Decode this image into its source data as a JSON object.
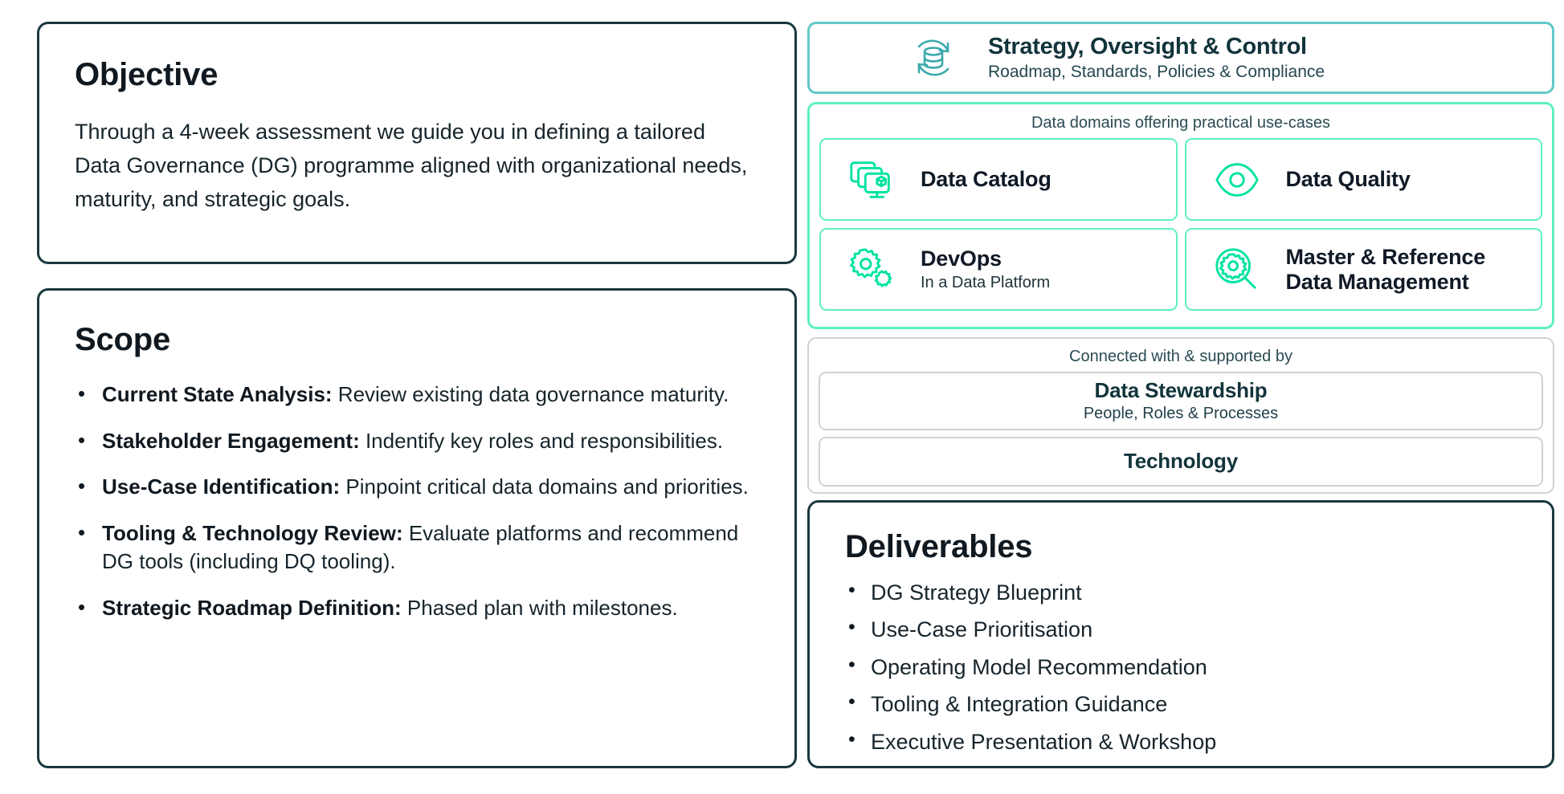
{
  "colors": {
    "panel_border_dark": "#19383f",
    "banner_border_teal": "#63c8c8",
    "domains_border_mint": "#5ff0c0",
    "support_border_gray": "#ccd5cd",
    "icon_teal": "#3ba9ad",
    "icon_mint": "#00e3a0",
    "heading_dark": "#101820",
    "body_text": "#16242b"
  },
  "objective": {
    "title": "Objective",
    "body": "Through a 4-week assessment we guide you in defining a tailored Data Governance (DG) programme aligned with organizational needs, maturity, and strategic goals."
  },
  "scope": {
    "title": "Scope",
    "items": [
      {
        "lead": "Current State Analysis:",
        "text": " Review existing data governance maturity."
      },
      {
        "lead": "Stakeholder Engagement:",
        "text": " Indentify key roles and responsibilities."
      },
      {
        "lead": "Use-Case Identification:",
        "text": " Pinpoint critical data domains and priorities."
      },
      {
        "lead": "Tooling & Technology Review:",
        "text": " Evaluate platforms and recommend DG tools (including DQ tooling)."
      },
      {
        "lead": "Strategic Roadmap Definition:",
        "text": " Phased plan with milestones."
      }
    ]
  },
  "strategy_banner": {
    "icon": "database-refresh-icon",
    "title": "Strategy, Oversight & Control",
    "subtitle": "Roadmap, Standards, Policies & Compliance"
  },
  "domains": {
    "caption": "Data domains offering practical use-cases",
    "cards": [
      {
        "icon": "stacked-screens-cube-icon",
        "title": "Data Catalog",
        "subtitle": ""
      },
      {
        "icon": "eye-icon",
        "title": "Data Quality",
        "subtitle": ""
      },
      {
        "icon": "two-gears-icon",
        "title": "DevOps",
        "subtitle": "In a Data Platform"
      },
      {
        "icon": "gear-magnifier-icon",
        "title": "Master & Reference Data Management",
        "title_line1": "Master & Reference",
        "title_line2": "Data Management",
        "subtitle": ""
      }
    ]
  },
  "support": {
    "caption": "Connected with & supported by",
    "cards": [
      {
        "title": "Data Stewardship",
        "subtitle": "People, Roles & Processes"
      },
      {
        "title": "Technology",
        "subtitle": ""
      }
    ]
  },
  "deliverables": {
    "title": "Deliverables",
    "items": [
      "DG Strategy Blueprint",
      "Use-Case Prioritisation",
      "Operating Model Recommendation",
      "Tooling & Integration Guidance",
      "Executive Presentation & Workshop"
    ]
  }
}
